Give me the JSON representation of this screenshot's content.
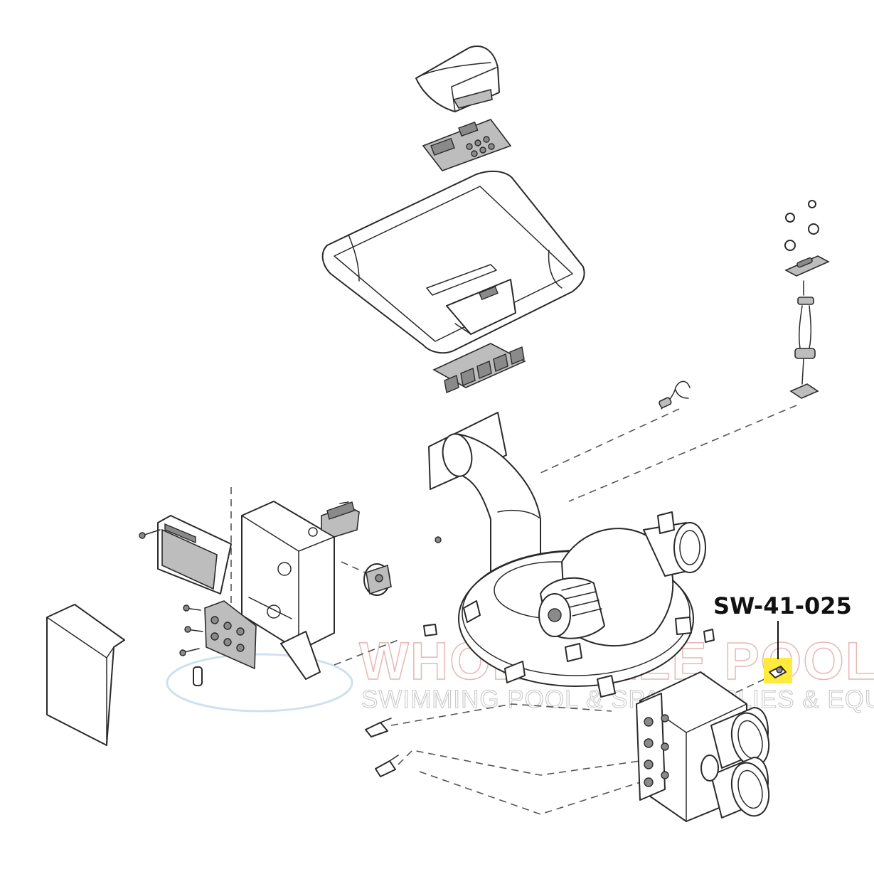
{
  "diagram": {
    "type": "exploded-parts-diagram",
    "callout": {
      "label": "SW-41-025",
      "highlight_color": "#ffeb3b"
    },
    "watermark": {
      "line1": "WHOLESALE POOL MART",
      "line2": "SWIMMING POOL & SPA SUPPLIES & EQUIPMENT",
      "color": "#e7b7b4"
    }
  }
}
